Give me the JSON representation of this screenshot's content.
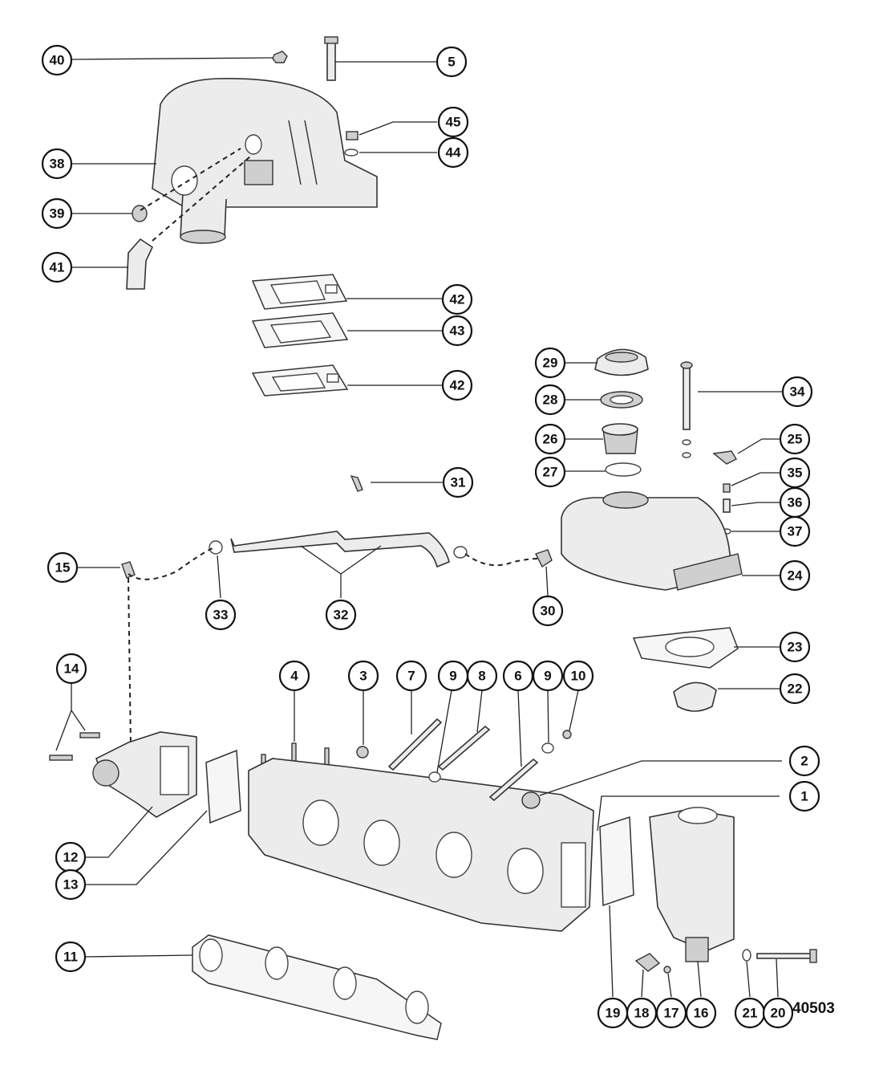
{
  "figure_number": "40503",
  "callouts": [
    {
      "id": "c40",
      "label": "40"
    },
    {
      "id": "c5",
      "label": "5"
    },
    {
      "id": "c45",
      "label": "45"
    },
    {
      "id": "c44",
      "label": "44"
    },
    {
      "id": "c38",
      "label": "38"
    },
    {
      "id": "c39",
      "label": "39"
    },
    {
      "id": "c41",
      "label": "41"
    },
    {
      "id": "c42a",
      "label": "42"
    },
    {
      "id": "c43",
      "label": "43"
    },
    {
      "id": "c42b",
      "label": "42"
    },
    {
      "id": "c29",
      "label": "29"
    },
    {
      "id": "c34",
      "label": "34"
    },
    {
      "id": "c28",
      "label": "28"
    },
    {
      "id": "c26",
      "label": "26"
    },
    {
      "id": "c25",
      "label": "25"
    },
    {
      "id": "c27",
      "label": "27"
    },
    {
      "id": "c35",
      "label": "35"
    },
    {
      "id": "c31",
      "label": "31"
    },
    {
      "id": "c36",
      "label": "36"
    },
    {
      "id": "c37",
      "label": "37"
    },
    {
      "id": "c15",
      "label": "15"
    },
    {
      "id": "c24",
      "label": "24"
    },
    {
      "id": "c33",
      "label": "33"
    },
    {
      "id": "c32",
      "label": "32"
    },
    {
      "id": "c30",
      "label": "30"
    },
    {
      "id": "c23",
      "label": "23"
    },
    {
      "id": "c14",
      "label": "14"
    },
    {
      "id": "c4",
      "label": "4"
    },
    {
      "id": "c3",
      "label": "3"
    },
    {
      "id": "c7",
      "label": "7"
    },
    {
      "id": "c9a",
      "label": "9"
    },
    {
      "id": "c8",
      "label": "8"
    },
    {
      "id": "c6",
      "label": "6"
    },
    {
      "id": "c9b",
      "label": "9"
    },
    {
      "id": "c10",
      "label": "10"
    },
    {
      "id": "c22",
      "label": "22"
    },
    {
      "id": "c2",
      "label": "2"
    },
    {
      "id": "c1",
      "label": "1"
    },
    {
      "id": "c12",
      "label": "12"
    },
    {
      "id": "c13",
      "label": "13"
    },
    {
      "id": "c11",
      "label": "11"
    },
    {
      "id": "c19",
      "label": "19"
    },
    {
      "id": "c18",
      "label": "18"
    },
    {
      "id": "c17",
      "label": "17"
    },
    {
      "id": "c16",
      "label": "16"
    },
    {
      "id": "c21",
      "label": "21"
    },
    {
      "id": "c20",
      "label": "20"
    }
  ]
}
